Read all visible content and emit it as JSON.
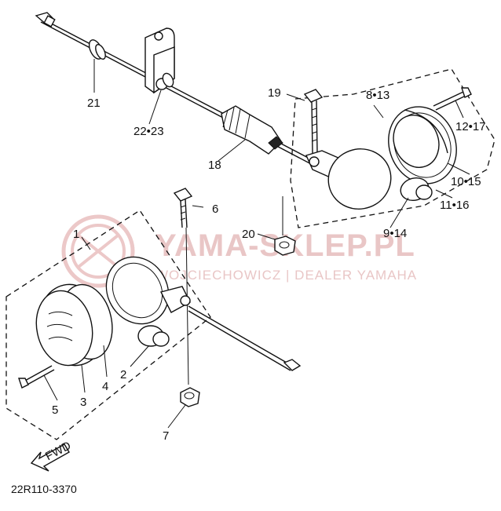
{
  "diagram": {
    "part_labels": {
      "p1": "1",
      "p2": "2",
      "p3": "3",
      "p4": "4",
      "p5": "5",
      "p6": "6",
      "p7": "7",
      "p8_13": "8•13",
      "p9_14": "9•14",
      "p10_15": "10•15",
      "p11_16": "11•16",
      "p12_17": "12•17",
      "p18": "18",
      "p19": "19",
      "p20": "20",
      "p21": "21",
      "p22_23": "22•23"
    },
    "fwd_arrow_text": "FWD",
    "drawing_code": "22R110-3370",
    "watermark": {
      "title": "YAMA-SKLEP.PL",
      "subtitle": "WOJCIECHOWICZ | DEALER YAMAHA"
    },
    "colors": {
      "ink": "#111111",
      "watermark": "#e9c6c6",
      "background": "#ffffff"
    }
  }
}
